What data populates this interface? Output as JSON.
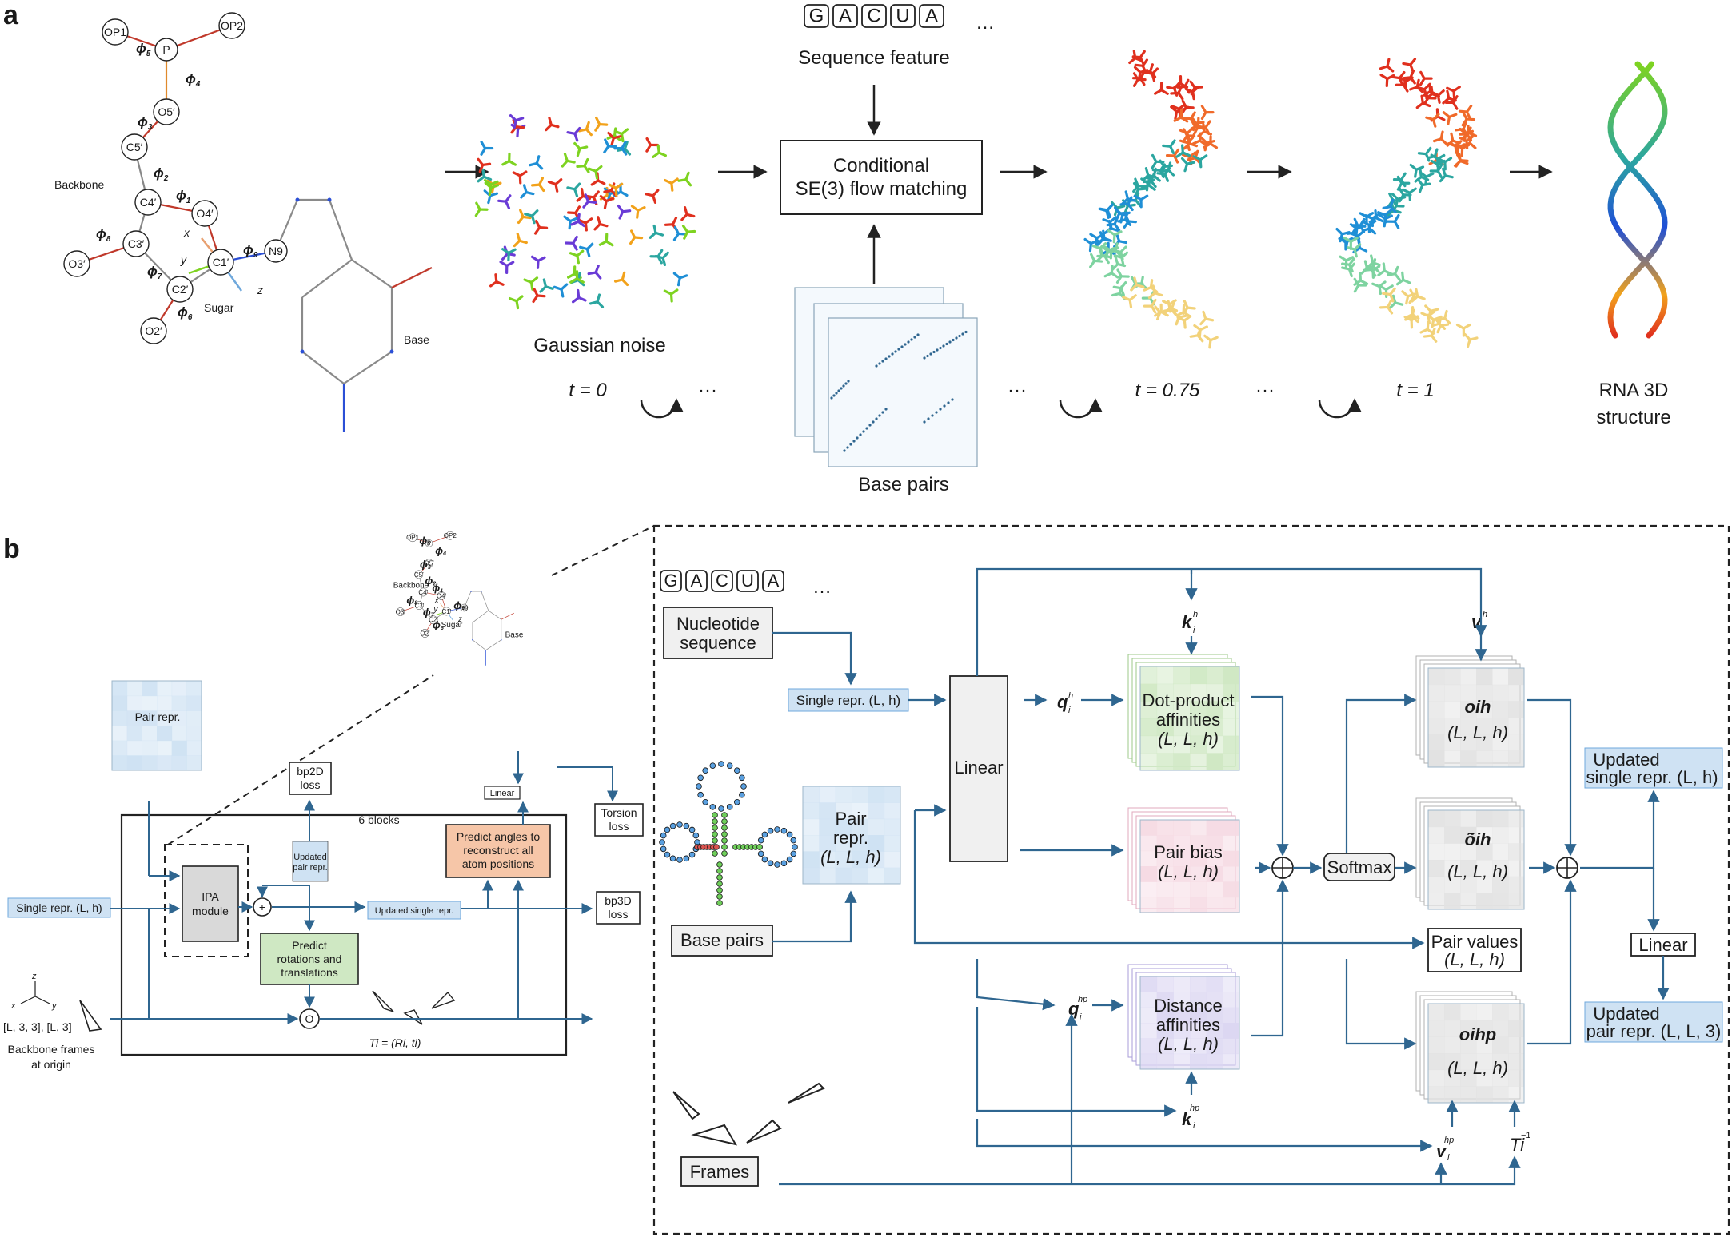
{
  "panel_a": {
    "label": "a",
    "sequence_letters": [
      "G",
      "A",
      "C",
      "U",
      "A"
    ],
    "ellipsis": "…",
    "sequence_feature": "Sequence feature",
    "flow_line1": "Conditional",
    "flow_line2": "SE(3) flow matching",
    "gaussian_noise": "Gaussian noise",
    "t0": "t = 0",
    "t075": "t = 0.75",
    "t1": "t = 1",
    "dots": "···",
    "base_pairs": "Base pairs",
    "rna_line1": "RNA 3D",
    "rna_line2": "structure",
    "molecule": {
      "atoms": [
        "OP1",
        "OP2",
        "P",
        "O5′",
        "C5′",
        "C4′",
        "O4′",
        "C3′",
        "C1′",
        "N9",
        "O3′",
        "C2′",
        "O2′"
      ],
      "torsions": [
        "ϕ5",
        "ϕ4",
        "ϕ3",
        "ϕ2",
        "ϕ1",
        "ϕ8",
        "ϕ9",
        "ϕ7",
        "ϕ6"
      ],
      "axes": [
        "x",
        "y",
        "z"
      ],
      "backbone": "Backbone",
      "sugar": "Sugar",
      "base": "Base"
    }
  },
  "panel_b": {
    "label": "b",
    "pair_repr": "Pair repr.",
    "bp2d_line1": "bp2D",
    "bp2d_line2": "loss",
    "six_blocks": "6 blocks",
    "updated_pair_line1": "Updated",
    "updated_pair_line2": "pair repr.",
    "linear_small": "Linear",
    "predict_angles": [
      "Predict angles to",
      "reconstruct all",
      "atom positions"
    ],
    "torsion_line1": "Torsion",
    "torsion_line2": "loss",
    "single_repr": "Single repr. (L, h)",
    "ipa_line1": "IPA",
    "ipa_line2": "module",
    "plus": "+",
    "updated_single_small": "Updated single repr.",
    "bp3d_line1": "bp3D",
    "bp3d_line2": "loss",
    "predict_rot": [
      "Predict",
      "rotations and",
      "translations"
    ],
    "compose": "O",
    "shape": "[L, 3, 3], [L, 3]",
    "frames_origin_line1": "Backbone frames",
    "frames_origin_line2": "at origin",
    "ti": "Ti = (Ri, ti)",
    "axes": [
      "x",
      "y",
      "z"
    ]
  },
  "ipa_detail": {
    "sequence_letters": [
      "G",
      "A",
      "C",
      "U",
      "A"
    ],
    "ellipsis": "…",
    "nucleotide_line1": "Nucleotide",
    "nucleotide_line2": "sequence",
    "single_repr": "Single repr. (L, h)",
    "pair_repr_line1": "Pair",
    "pair_repr_line2": "repr.",
    "pair_repr_line3": "(L, L, h)",
    "base_pairs": "Base pairs",
    "frames": "Frames",
    "linear": "Linear",
    "q": "q",
    "k": "k",
    "v": "v",
    "q_sup": "h",
    "k_sup": "h",
    "v_sup": "h",
    "qp_sup": "hp",
    "kp_sup": "hp",
    "vp_sup": "hp",
    "sub_i": "i",
    "dot_line1": "Dot-product",
    "dot_line2": "affinities",
    "dot_line3": "(L, L, h)",
    "bias_line1": "Pair bias",
    "bias_line2": "(L, L, h)",
    "dist_line1": "Distance",
    "dist_line2": "affinities",
    "dist_line3": "(L, L, h)",
    "softmax": "Softmax",
    "o1_line1": "oih",
    "o1_line2": "(L, L, h)",
    "o2_line1": "õih",
    "o2_line2": "(L, L, h)",
    "o3_line1": "oihp",
    "o3_line2": "(L, L, h)",
    "pair_values_line1": "Pair values",
    "pair_values_line2": "(L, L, h)",
    "t_inv": "Ti",
    "t_inv_sup": "−1",
    "updated_single_line1": "Updated",
    "updated_single_line2": "single repr. (L, h)",
    "linear_out": "Linear",
    "updated_pair_line1": "Updated",
    "updated_pair_line2": "pair repr. (L, L, 3)"
  },
  "colors": {
    "arrow": "#2f6690",
    "blue_fill": "#cfe2f3",
    "green_fill": "#cfe8c3",
    "orange_fill": "#f6c6a8",
    "pink_fill": "#f6dbe4",
    "purple_fill": "#dcd7f2",
    "gray_fill": "#d9d9d9"
  }
}
